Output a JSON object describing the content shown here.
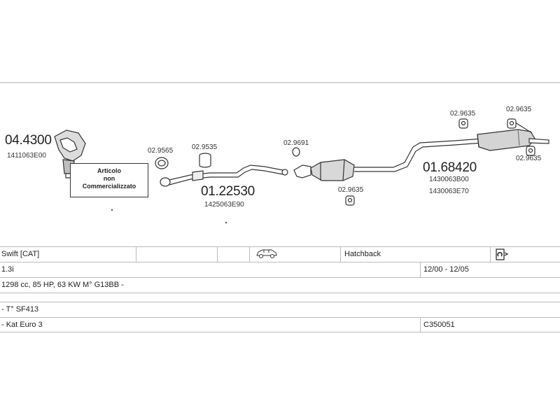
{
  "parts": [
    {
      "id": "manifold",
      "main_code": "04.4300",
      "oe_codes": [
        "1411063E00"
      ],
      "icon": "exhaust-manifold-catalyst-icon"
    },
    {
      "id": "gasket-1",
      "main_code": "02.9565",
      "oe_codes": [],
      "icon": "gasket-ring-icon"
    },
    {
      "id": "gasket-2",
      "main_code": "02.9535",
      "oe_codes": [],
      "icon": "gasket-cylinder-icon"
    },
    {
      "id": "front-pipe",
      "main_code": "01.22530",
      "oe_codes": [
        "1425063E90"
      ],
      "icon": "front-pipe-icon"
    },
    {
      "id": "o-ring",
      "main_code": "02.9691",
      "oe_codes": [],
      "icon": "o-ring-icon"
    },
    {
      "id": "hanger-1",
      "main_code": "02.9635",
      "oe_codes": [],
      "icon": "rubber-hanger-icon"
    },
    {
      "id": "rear-silencer",
      "main_code": "01.68420",
      "oe_codes": [
        "1430063B00",
        "1430063E70"
      ],
      "icon": "rear-silencer-icon"
    },
    {
      "id": "hanger-2",
      "main_code": "02.9635",
      "oe_codes": [],
      "icon": "rubber-hanger-icon"
    },
    {
      "id": "hanger-3",
      "main_code": "02.9635",
      "oe_codes": [],
      "icon": "rubber-hanger-icon"
    },
    {
      "id": "hanger-4",
      "main_code": "02.9635",
      "oe_codes": [],
      "icon": "rubber-hanger-icon"
    }
  ],
  "note_box": {
    "lines": [
      "Articolo",
      "non",
      "Commercializzato"
    ]
  },
  "vehicle": {
    "model": "Swift  [CAT]",
    "body_icon": "car-hatchback-icon",
    "body_type": "Hatchback",
    "doc_icon": "document-euro-icon",
    "engine": "1.3i",
    "period": "12/00 - 12/05",
    "specs": "1298 cc, 85 HP, 63 KW  M° G13BB -",
    "note_type": "- T° SF413",
    "emission": "- Kat Euro 3",
    "code": "C350051"
  }
}
